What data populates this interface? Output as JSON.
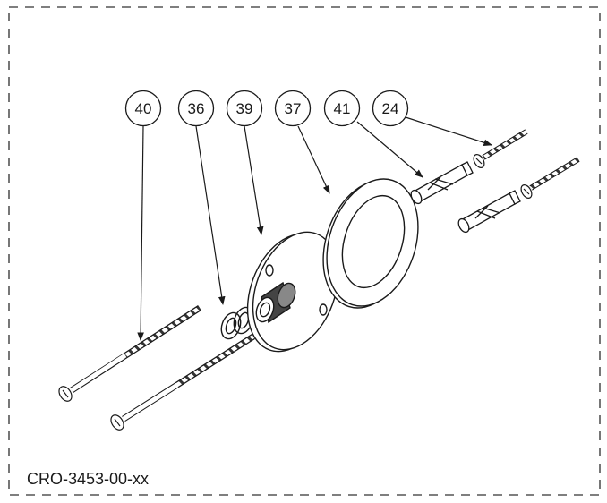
{
  "document_code": "CRO-3453-00-xx",
  "callouts": {
    "c40": "40",
    "c36": "36",
    "c39": "39",
    "c37": "37",
    "c41": "41",
    "c24": "24"
  },
  "colors": {
    "line": "#1a1a1a",
    "border_dash": "#555555",
    "part_fill": "#ffffff"
  }
}
